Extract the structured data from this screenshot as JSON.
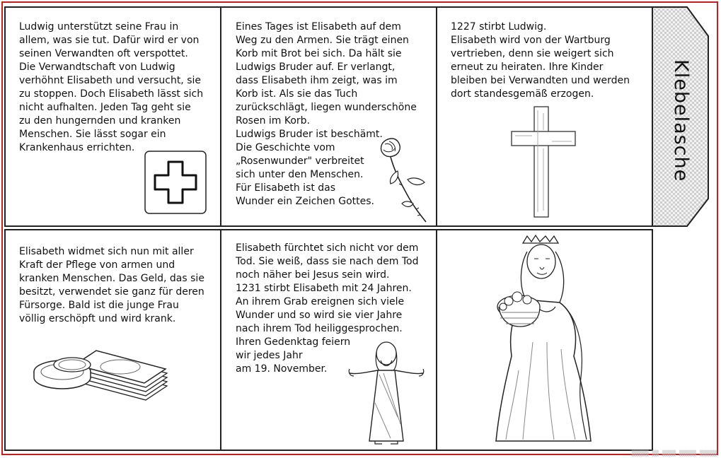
{
  "tab": {
    "label": "Klebelasche"
  },
  "panels": {
    "p1": "Ludwig unterstützt seine Frau in\nallem, was sie tut. Dafür wird er von\nseinen Verwandten oft verspottet.\nDie Verwandtschaft von Ludwig\nverhöhnt Elisabeth und versucht, sie\nzu stoppen. Doch Elisabeth lässt sich\nnicht aufhalten. Jeden Tag geht sie\nzu den hungernden und kranken\nMenschen. Sie lässt sogar ein\nKrankenhaus errichten.",
    "p2": "Eines Tages ist Elisabeth auf dem\nWeg zu den Armen. Sie trägt einen\nKorb mit Brot bei sich. Da hält sie\nLudwigs Bruder auf. Er verlangt,\ndass Elisabeth ihm zeigt, was im\nKorb ist. Als sie das Tuch\nzurückschlägt, liegen wunderschöne\nRosen im Korb.\nLudwigs Bruder ist beschämt.\nDie Geschichte vom\n„Rosenwunder\" verbreitet\nsich unter den Menschen.\nFür Elisabeth ist das\nWunder ein Zeichen Gottes.",
    "p3": "1227 stirbt Ludwig.\nElisabeth wird von der Wartburg\nvertrieben, denn sie weigert sich\nerneut zu heiraten. Ihre Kinder\nbleiben bei Verwandten und werden\ndort standesgemäß erzogen.",
    "p4": "Elisabeth widmet sich nun mit aller\nKraft der Pflege von armen und\nkranken Menschen. Das Geld, das sie\nbesitzt, verwendet sie ganz für deren\nFürsorge. Bald ist die junge Frau\nvöllig erschöpft und wird krank.",
    "p5": "Elisabeth fürchtet sich nicht vor dem\nTod. Sie weiß, dass sie nach dem Tod\nnoch näher bei Jesus sein wird.\n1231 stirbt Elisabeth mit 24 Jahren.\nAn ihrem Grab ereignen sich viele\nWunder und so wird sie vier Jahre\nnach ihrem Tod heiliggesprochen.\nIhren Gedenktag feiern\nwir jedes Jahr\nam 19. November."
  },
  "icons": {
    "p1": "red-cross-box-icon",
    "p2": "rose-icon",
    "p3": "wooden-cross-icon",
    "p4": "money-icon",
    "p5": "jesus-figure-icon",
    "p6": "elisabeth-with-basket-icon"
  }
}
